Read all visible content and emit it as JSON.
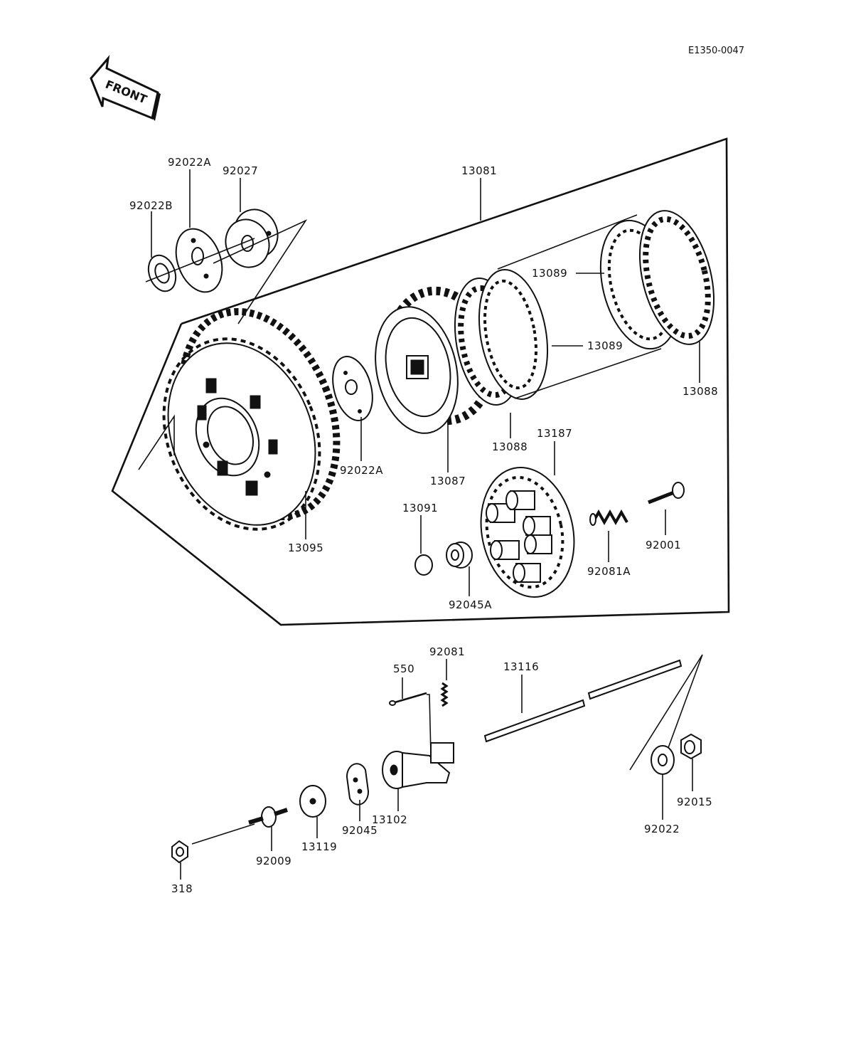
{
  "diagram_code": "E1350-0047",
  "front_arrow": {
    "text": "FRONT",
    "icon": "front-direction-arrow"
  },
  "group_label": "13081",
  "parts": [
    {
      "id": "p92022B",
      "label": "92022B"
    },
    {
      "id": "p92022A_top",
      "label": "92022A"
    },
    {
      "id": "p92027",
      "label": "92027"
    },
    {
      "id": "p13081",
      "label": "13081"
    },
    {
      "id": "p13089_a",
      "label": "13089"
    },
    {
      "id": "p13089_b",
      "label": "13089"
    },
    {
      "id": "p13088_a",
      "label": "13088"
    },
    {
      "id": "p13088_b",
      "label": "13088"
    },
    {
      "id": "p13187",
      "label": "13187"
    },
    {
      "id": "p13087",
      "label": "13087"
    },
    {
      "id": "p92022A_mid",
      "label": "92022A"
    },
    {
      "id": "p13095",
      "label": "13095"
    },
    {
      "id": "p13091",
      "label": "13091"
    },
    {
      "id": "p92045A",
      "label": "92045A"
    },
    {
      "id": "p92081A",
      "label": "92081A"
    },
    {
      "id": "p92001",
      "label": "92001"
    },
    {
      "id": "p550",
      "label": "550"
    },
    {
      "id": "p92081",
      "label": "92081"
    },
    {
      "id": "p13116",
      "label": "13116"
    },
    {
      "id": "p13102",
      "label": "13102"
    },
    {
      "id": "p92045",
      "label": "92045"
    },
    {
      "id": "p13119",
      "label": "13119"
    },
    {
      "id": "p92009",
      "label": "92009"
    },
    {
      "id": "p318",
      "label": "318"
    },
    {
      "id": "p92022",
      "label": "92022"
    },
    {
      "id": "p92015",
      "label": "92015"
    }
  ]
}
